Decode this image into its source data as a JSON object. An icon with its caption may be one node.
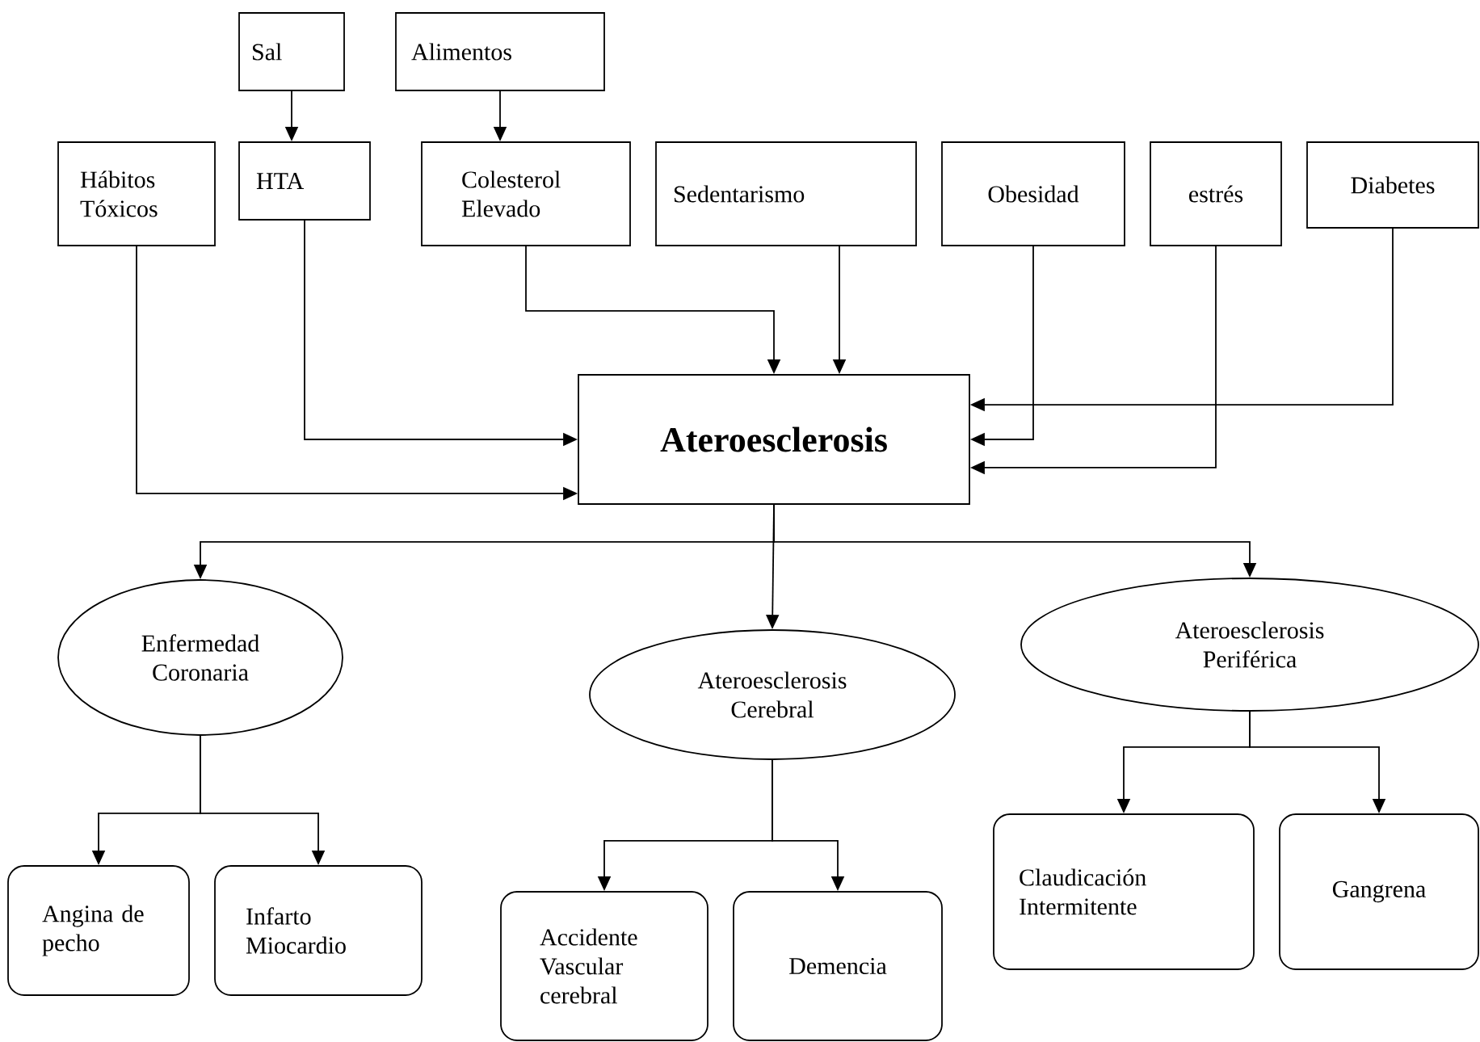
{
  "diagram": {
    "nodes": [
      {
        "text": [
          "Sal"
        ]
      },
      {
        "text": [
          "Alimentos"
        ]
      },
      {
        "text": [
          "Hábitos Tóxicos"
        ]
      },
      {
        "text": [
          "HTA"
        ]
      },
      {
        "text": [
          "Colesterol Elevado"
        ]
      },
      {
        "text": [
          "Sedentarismo"
        ]
      },
      {
        "text": [
          "Obesidad"
        ]
      },
      {
        "text": [
          "estrés"
        ]
      },
      {
        "text": [
          "Diabetes"
        ]
      },
      {
        "text": [
          "Ateroesclerosis"
        ]
      },
      {
        "text": [
          "Enfermedad Coronaria"
        ]
      },
      {
        "text": [
          "Ateroesclerosis Cerebral"
        ]
      },
      {
        "text": [
          "Ateroesclerosis Periférica"
        ]
      },
      {
        "text": [
          "Angina de pecho"
        ]
      },
      {
        "text": [
          "Infarto Miocardio"
        ]
      },
      {
        "text": [
          "Accidente Vascular cerebral"
        ]
      },
      {
        "text": [
          "Demencia"
        ]
      },
      {
        "text": [
          "Claudicación Intermitente"
        ]
      },
      {
        "text": [
          "Gangrena"
        ]
      }
    ],
    "edges": [
      {
        "from": 0,
        "to": 3,
        "arrow": "to"
      },
      {
        "from": 1,
        "to": 4,
        "arrow": "to"
      },
      {
        "from": 2,
        "to": 9,
        "arrow": "to"
      },
      {
        "from": 3,
        "to": 9,
        "arrow": "to"
      },
      {
        "from": 4,
        "to": 9,
        "arrow": "to"
      },
      {
        "from": 5,
        "to": 9,
        "arrow": "to"
      },
      {
        "from": 6,
        "to": 9,
        "arrow": "to"
      },
      {
        "from": 7,
        "to": 9,
        "arrow": "to"
      },
      {
        "from": 8,
        "to": 9,
        "arrow": "to"
      },
      {
        "from": 9,
        "to": 10,
        "arrow": "to"
      },
      {
        "from": 9,
        "to": 11,
        "arrow": "to"
      },
      {
        "from": 9,
        "to": 12,
        "arrow": "to"
      },
      {
        "from": 10,
        "to": 13,
        "arrow": "to"
      },
      {
        "from": 10,
        "to": 14,
        "arrow": "to"
      },
      {
        "from": 11,
        "to": 15,
        "arrow": "to"
      },
      {
        "from": 11,
        "to": 16,
        "arrow": "to"
      },
      {
        "from": 12,
        "to": 17,
        "arrow": "to"
      },
      {
        "from": 12,
        "to": 18,
        "arrow": "to"
      }
    ]
  }
}
